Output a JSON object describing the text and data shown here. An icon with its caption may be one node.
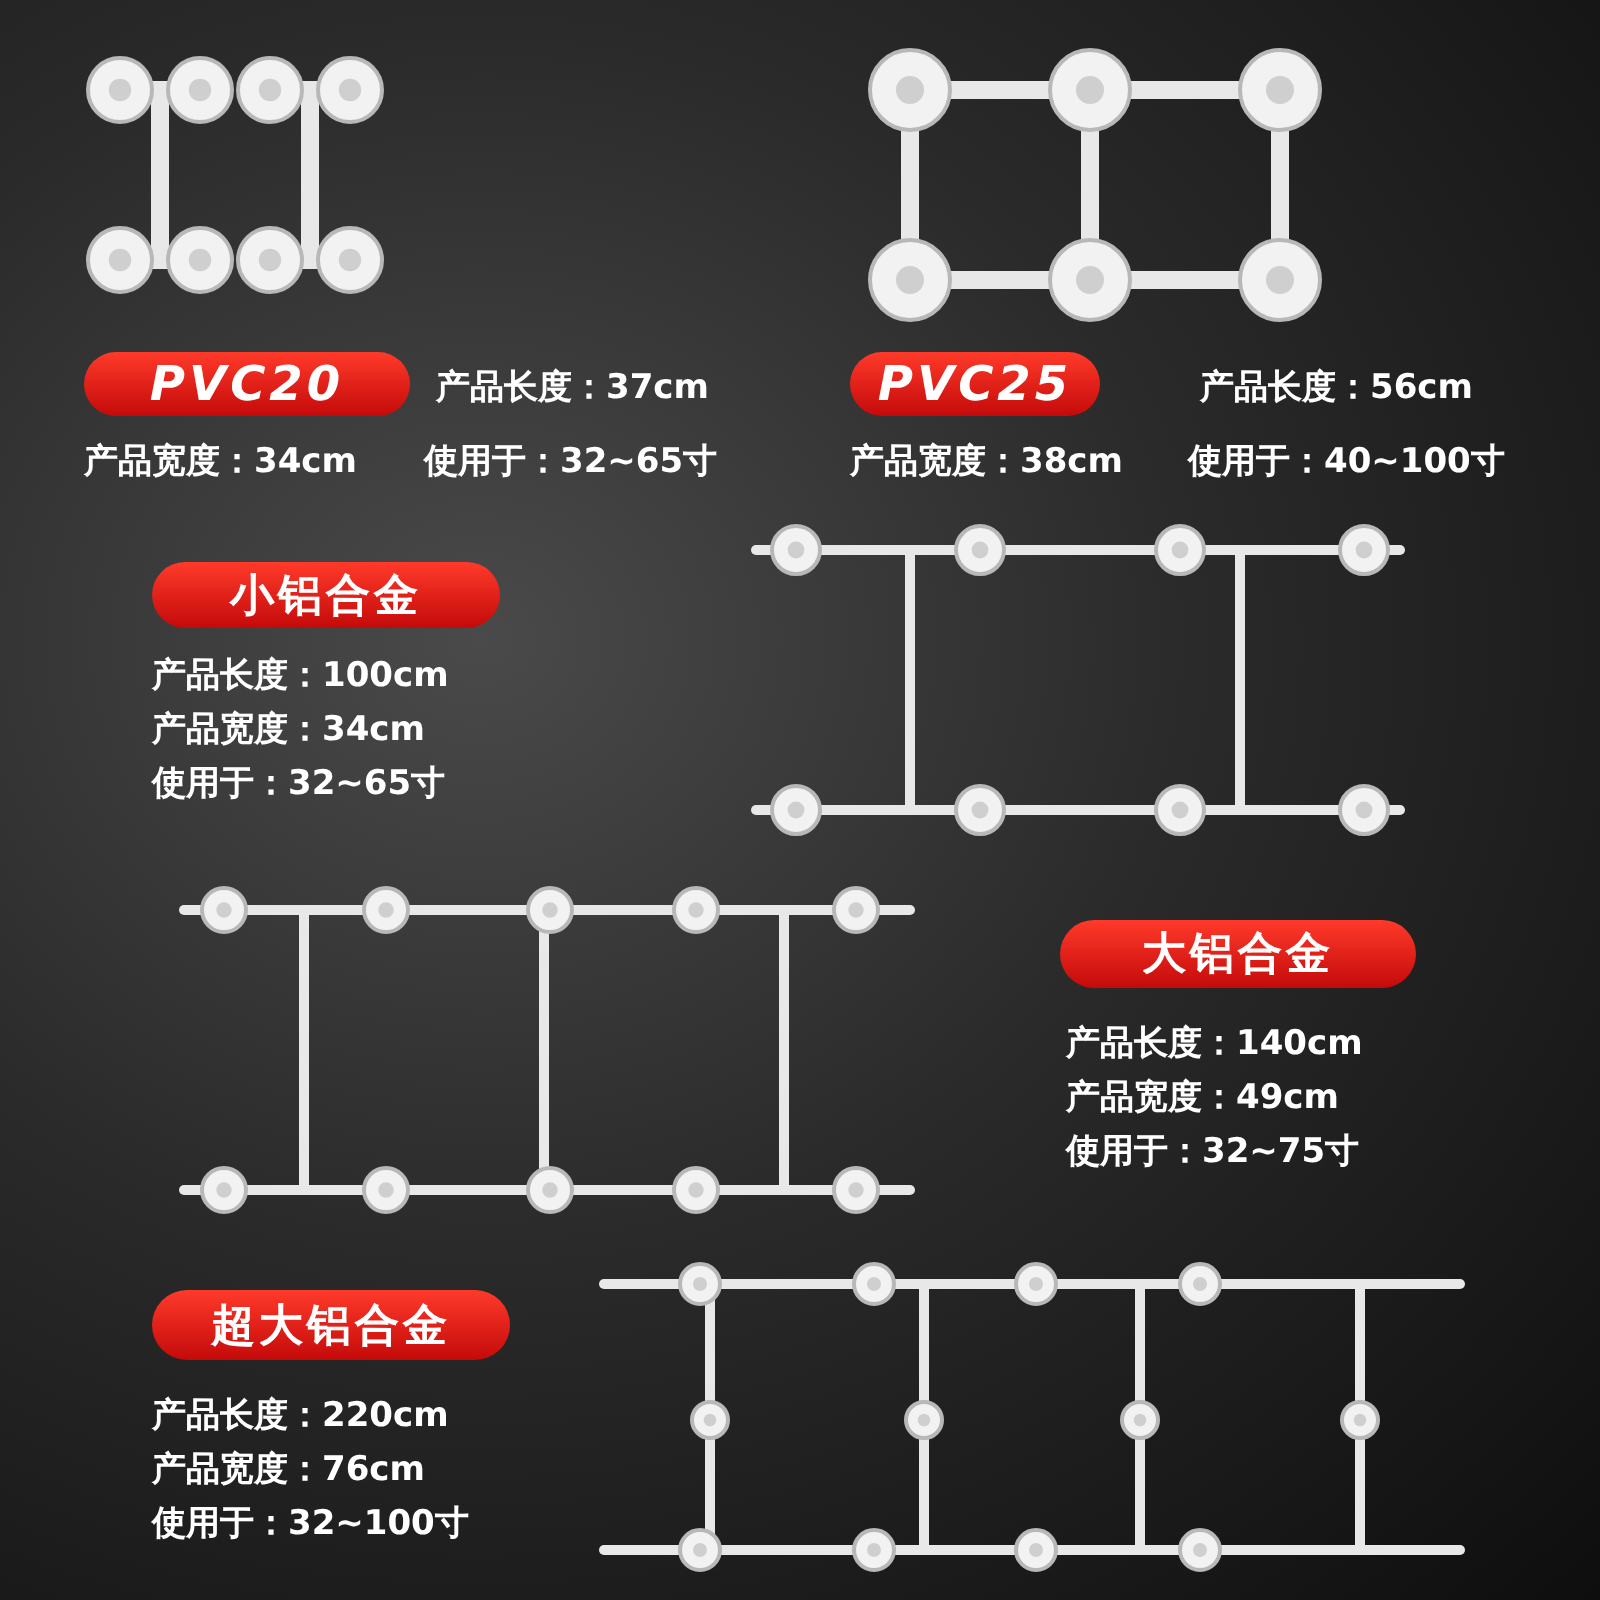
{
  "diagram": {
    "nodes": [
      {
        "text": [
          "PVC20"
        ],
        "beside": [
          "产品长度：37cm",
          "产品宽度：34cm",
          "使用于：32~65寸"
        ]
      },
      {
        "text": [
          "PVC25"
        ],
        "beside": [
          "产品长度：56cm",
          "产品宽度：38cm",
          "使用于：40~100寸"
        ]
      },
      {
        "text": [
          "小铝合金"
        ],
        "beside": [
          "产品长度：100cm",
          "产品宽度：34cm",
          "使用于：32~65寸"
        ]
      },
      {
        "text": [
          "大铝合金"
        ],
        "beside": [
          "产品长度：140cm",
          "产品宽度：49cm",
          "使用于：32~75寸"
        ]
      },
      {
        "text": [
          "超大铝合金"
        ],
        "beside": [
          "产品长度：220cm",
          "产品宽度：76cm",
          "使用于：32~100寸"
        ]
      }
    ]
  }
}
